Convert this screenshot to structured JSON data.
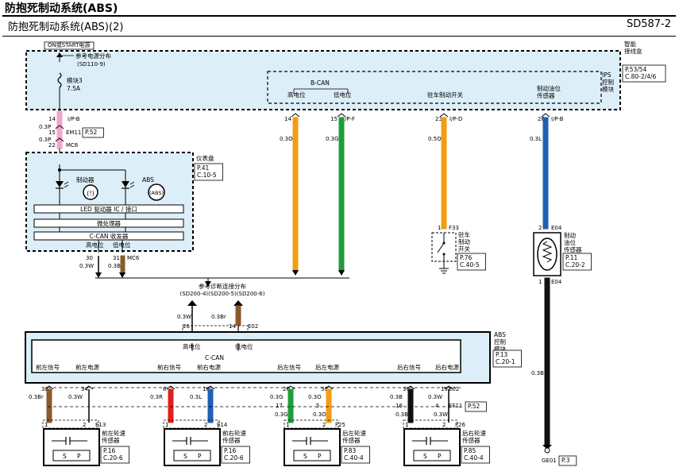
{
  "header": {
    "title": "防抱死制动系统(ABS)",
    "subtitle": "防抱死制动系统(ABS)(2)",
    "code": "SD587-2"
  },
  "top": {
    "power_label": "ON或START电源",
    "ref_power": "参考电源分布",
    "ref_power_code": "(SD110-9)",
    "fuse_name": "模块3",
    "fuse_rating": "7.5A",
    "jb_title": "智能\n接线盒",
    "jb_ref": "P.53/54\nC.80-2/4/6",
    "ips_title": "IPS\n控制\n模块",
    "bcan": "B-CAN",
    "high": "高电位",
    "low": "低电位",
    "park_switch": "驻车制动开关",
    "brake_level": "制动油位\n传感器"
  },
  "pins": {
    "p14": "14",
    "p15": "15",
    "p23": "23",
    "p26": "26",
    "ip_b": "I/P-B",
    "ip_f": "I/P-F",
    "ip_d": "I/P-D",
    "em11": "EM11",
    "em11_ref": "P.52",
    "mc6": "MC6",
    "w1": "0.3P",
    "w2": "0.3P",
    "c15": "15",
    "c22": "22",
    "wire14": "0.3O",
    "wire15": "0.3G",
    "wire23": "0.5O",
    "wire26": "0.3L"
  },
  "cluster": {
    "title": "仪表盘",
    "ref": "P.41\nC.10-5",
    "brake_lamp": "制动器",
    "abs_lamp": "ABS",
    "abs_icon": "(ABS)",
    "led_row": "LED  驱动器    IC  /  接口",
    "cpu": "微处理器",
    "can_row": "C-CAN  收发器",
    "high": "高电位",
    "low": "低电位",
    "pin30": "30",
    "pin31": "31",
    "mc6": "MC6",
    "w30": "0.3W",
    "w31": "0.3Br"
  },
  "f33": {
    "pin": "1",
    "conn": "F33",
    "name": "驻车\n制动\n开关",
    "ref": "P.76\nC.40-5"
  },
  "e04": {
    "pin2": "2",
    "conn": "E04",
    "pin1": "1",
    "name": "制动\n油位\n传感器",
    "ref": "P.11\nC.20-2",
    "wire": "0.3B",
    "ground": "GE01",
    "gref": "P.3"
  },
  "diag": {
    "title": "参考诊断连接分布",
    "codes": "(SD200-4)(SD200-5)(SD200-6)",
    "w1": "0.3W",
    "w2": "0.3Br",
    "p26": "26",
    "p14": "14",
    "e02": "E02"
  },
  "abs": {
    "title": "ABS\n控制\n模块",
    "ref": "P.13\nC.20-1",
    "high": "高电位",
    "low": "低电位",
    "ccan": "C-CAN",
    "sigs": [
      "前左信号",
      "前左电源",
      "前右信号",
      "前右电源",
      "后左信号",
      "后左电源",
      "后右信号",
      "后右电源"
    ]
  },
  "wires": {
    "fl": {
      "p1": "32",
      "p2": "34",
      "w1": "0.3Br",
      "w2": "0.3W",
      "conn": "E13"
    },
    "fr": {
      "p1": "8",
      "p2": "18",
      "w1": "0.3R",
      "w2": "0.3L",
      "conn": "E14"
    },
    "rl": {
      "p1": "20",
      "p2": "33",
      "w1": "0.3G",
      "w2": "0.3O",
      "m1": "17",
      "m2": "5",
      "w3": "0.3G",
      "w4": "0.3O",
      "conn": "F25"
    },
    "rr": {
      "p1": "31",
      "p2": "19",
      "w1": "0.3B",
      "w2": "0.3W",
      "m1": "16",
      "m2": "4",
      "w3": "0.3B",
      "w4": "0.3W",
      "conn": "F26",
      "e02": "E02",
      "ef11": "EF11",
      "ef11ref": "P.52"
    }
  },
  "sensors": [
    {
      "name": "前左轮速\n传感器",
      "ref": "P.16\nC.20-6",
      "s": "S",
      "p": "P"
    },
    {
      "name": "前右轮速\n传感器",
      "ref": "P.16\nC.20-6",
      "s": "S",
      "p": "P"
    },
    {
      "name": "后左轮速\n传感器",
      "ref": "P.83\nC.40-4",
      "s": "S",
      "p": "P"
    },
    {
      "name": "后右轮速\n传感器",
      "ref": "P.85\nC.40-4",
      "s": "S",
      "p": "P"
    }
  ],
  "colors": {
    "orange": "#F39C12",
    "green": "#1E9E3A",
    "blue": "#1F5FB5",
    "pink": "#F3A6C8",
    "brown": "#8B5A2B",
    "red": "#E02020",
    "black": "#111111",
    "bluebox": "#DCEEF8"
  }
}
